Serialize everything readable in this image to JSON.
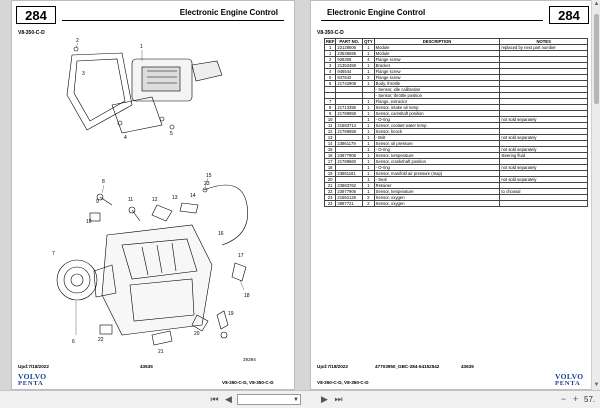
{
  "left_page": {
    "page_number": "284",
    "title": "Electronic Engine Control",
    "model": "V8-350-C-D",
    "diagram_label": "29294",
    "footer_date": "Upd:7/18/2022",
    "footer_code": "43635",
    "footer_line2": "V8-350-C-D, V8-350-C-D",
    "brand_top": "VOLVO",
    "brand_bottom": "PENTA",
    "callouts": [
      "1",
      "2",
      "3",
      "4",
      "5",
      "6",
      "7",
      "8",
      "9",
      "10",
      "11",
      "12",
      "13",
      "14",
      "15",
      "16",
      "17",
      "18",
      "19",
      "20",
      "21",
      "22",
      "23"
    ]
  },
  "right_page": {
    "page_number": "284",
    "title": "Electronic Engine Control",
    "model": "V8-350-C-D",
    "footer_date": "Upd:7/18/2022",
    "footer_doc": "47703950_GBC-284-54152542",
    "footer_code": "43635",
    "footer_line2": "V8-350-C-D, V8-350-C-D",
    "brand_top": "VOLVO",
    "brand_bottom": "PENTA",
    "table": {
      "headers": [
        "REF",
        "PART NO.",
        "QTY",
        "DESCRIPTION",
        "NOTES"
      ],
      "rows": [
        [
          "1",
          "22128606",
          "1",
          "Module",
          "replaced by next part number"
        ],
        [
          "1",
          "23536595",
          "1",
          "Module",
          ""
        ],
        [
          "2",
          "928306",
          "4",
          "Flange screw",
          ""
        ],
        [
          "3",
          "21353459",
          "1",
          "Bracket",
          ""
        ],
        [
          "4",
          "946544",
          "1",
          "Flange screw",
          ""
        ],
        [
          "5",
          "947642",
          "2",
          "Flange screw",
          ""
        ],
        [
          "6",
          "21742908",
          "1",
          "Body, throttle",
          ""
        ],
        [
          "",
          "",
          "",
          "- Sensor, idle calibration",
          ""
        ],
        [
          "",
          "",
          "",
          "- Sensor, throttle position",
          ""
        ],
        [
          "7",
          "",
          "1",
          "Flange, extractor",
          ""
        ],
        [
          "8",
          "21713395",
          "1",
          "Sensor, intake air temp",
          ""
        ],
        [
          "9",
          "21789658",
          "1",
          "Sensor, camshaft position",
          ""
        ],
        [
          "10",
          "",
          "1",
          "- O-ring",
          "not sold separately"
        ],
        [
          "11",
          "21583714",
          "1",
          "Sensor, coolant water temp.",
          ""
        ],
        [
          "12",
          "21789658",
          "1",
          "Sensor, knock",
          ""
        ],
        [
          "13",
          "",
          "1",
          "- Bolt",
          "not sold separately"
        ],
        [
          "14",
          "23861179",
          "1",
          "Sensor, oil pressure",
          ""
        ],
        [
          "15",
          "",
          "1",
          "- O-ring",
          "not sold separately"
        ],
        [
          "16",
          "23877906",
          "1",
          "Sensor, temperature",
          "steering fluid"
        ],
        [
          "17",
          "21789660",
          "1",
          "Sensor, crankshaft position",
          ""
        ],
        [
          "18",
          "",
          "1",
          "- O-ring",
          "not sold separately"
        ],
        [
          "19",
          "23861181",
          "1",
          "Sensor, manifold air pressure (map)",
          ""
        ],
        [
          "20",
          "",
          "1",
          "- Seal",
          "not sold separately"
        ],
        [
          "21",
          "23883762",
          "1",
          "Retainer",
          ""
        ],
        [
          "22",
          "23877906",
          "1",
          "Sensor, temperature",
          "to choosal"
        ],
        [
          "23",
          "21562126",
          "2",
          "Sensor, oxygen",
          ""
        ],
        [
          "23",
          "3887721",
          "2",
          "Sensor, oxygen",
          ""
        ]
      ]
    }
  },
  "toolbar": {
    "zoom": "57."
  },
  "icons": {
    "first_page": "first-page-icon",
    "prev_page": "prev-page-icon",
    "next_page": "next-page-icon",
    "last_page": "last-page-icon",
    "zoom_out": "zoom-out-icon",
    "zoom_in": "zoom-in-icon"
  },
  "colors": {
    "volvo_blue": "#1a3f8c",
    "viewer_bg": "#d6d6d6"
  }
}
